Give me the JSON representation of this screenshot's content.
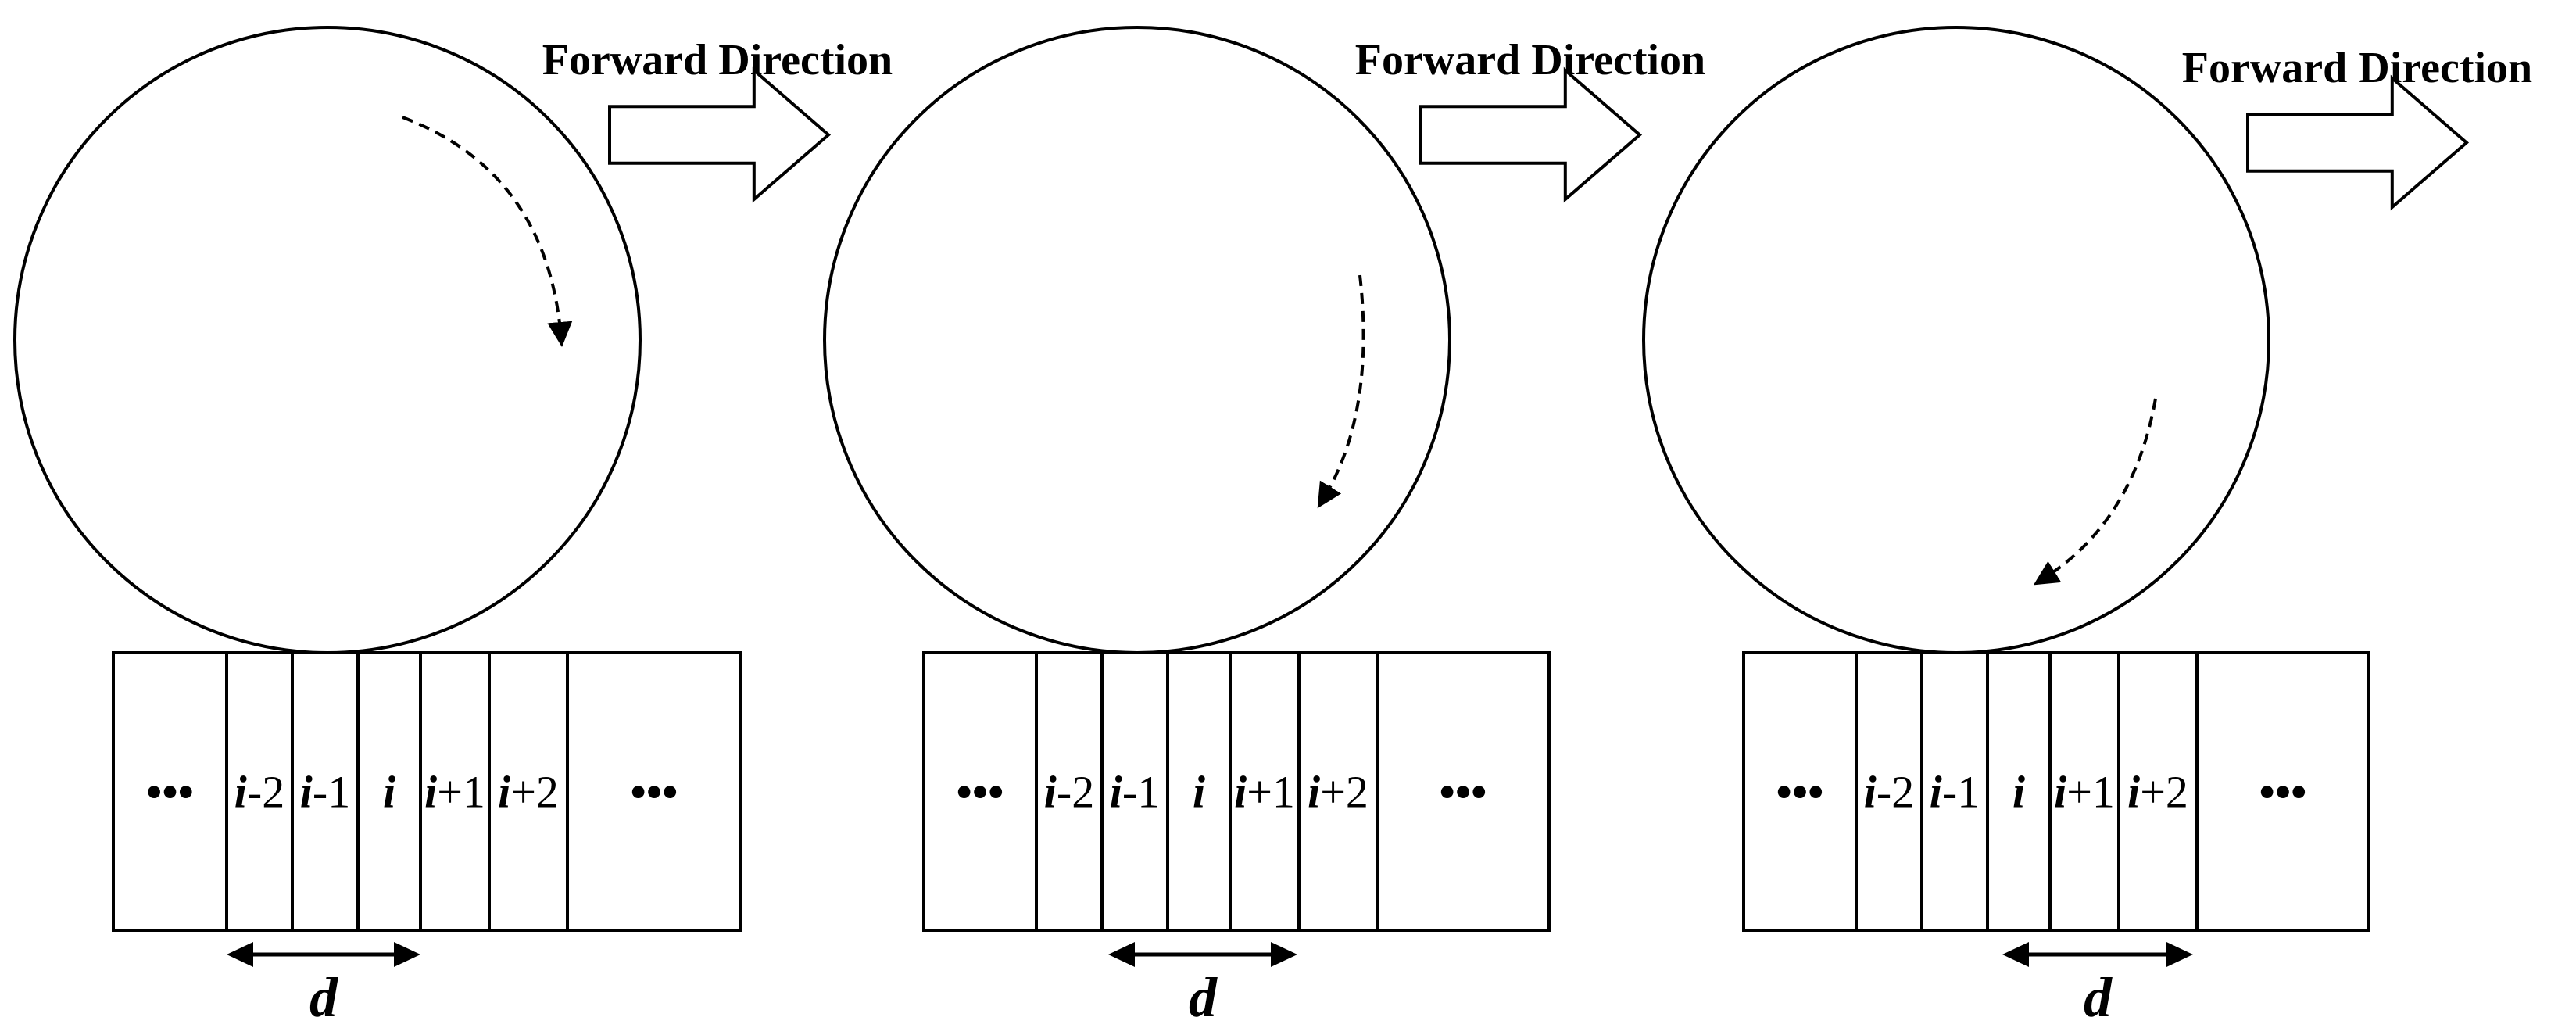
{
  "panels": [
    {
      "direction_label": "Forward Direction",
      "cells": [
        {
          "main": "•••",
          "suffix": ""
        },
        {
          "main": "i",
          "suffix": "-2"
        },
        {
          "main": "i",
          "suffix": "-1"
        },
        {
          "main": "i",
          "suffix": ""
        },
        {
          "main": "i",
          "suffix": "+1"
        },
        {
          "main": "i",
          "suffix": "+2"
        },
        {
          "main": "•••",
          "suffix": ""
        }
      ],
      "span_label": "d"
    },
    {
      "direction_label": "Forward Direction",
      "cells": [
        {
          "main": "•••",
          "suffix": ""
        },
        {
          "main": "i",
          "suffix": "-2"
        },
        {
          "main": "i",
          "suffix": "-1"
        },
        {
          "main": "i",
          "suffix": ""
        },
        {
          "main": "i",
          "suffix": "+1"
        },
        {
          "main": "i",
          "suffix": "+2"
        },
        {
          "main": "•••",
          "suffix": ""
        }
      ],
      "span_label": "d"
    },
    {
      "direction_label": "Forward Direction",
      "cells": [
        {
          "main": "•••",
          "suffix": ""
        },
        {
          "main": "i",
          "suffix": "-2"
        },
        {
          "main": "i",
          "suffix": "-1"
        },
        {
          "main": "i",
          "suffix": ""
        },
        {
          "main": "i",
          "suffix": "+1"
        },
        {
          "main": "i",
          "suffix": "+2"
        },
        {
          "main": "•••",
          "suffix": ""
        }
      ],
      "span_label": "d"
    }
  ],
  "colors": {
    "stroke": "#000000",
    "background": "#ffffff"
  }
}
